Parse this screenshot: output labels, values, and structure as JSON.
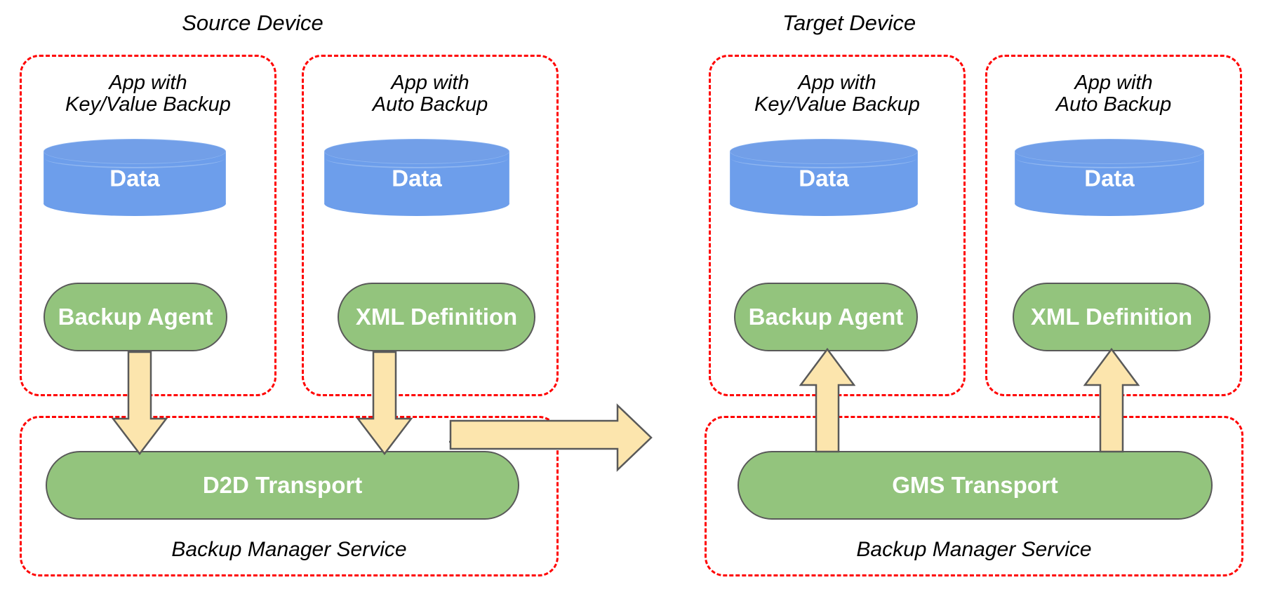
{
  "diagram": {
    "title_source": "Source Device",
    "title_target": "Target Device",
    "colors": {
      "boundary": "#ff0000",
      "pill_fill": "#93c47d",
      "pill_stroke": "#595959",
      "cylinder_fill": "#6d9eeb",
      "arrow_fill": "#fce5ad",
      "arrow_stroke": "#595959",
      "text_on_fill": "#ffffff",
      "text": "#000000",
      "background": "#ffffff"
    },
    "source_device": {
      "label": "Source Device",
      "apps": [
        {
          "label": "App with\nKey/Value Backup",
          "data_label": "Data",
          "component_label": "Backup Agent"
        },
        {
          "label": "App with\nAuto Backup",
          "data_label": "Data",
          "component_label": "XML Definition"
        }
      ],
      "service": {
        "label": "Backup Manager Service",
        "transport_label": "D2D Transport"
      }
    },
    "target_device": {
      "label": "Target Device",
      "apps": [
        {
          "label": "App with\nKey/Value Backup",
          "data_label": "Data",
          "component_label": "Backup Agent"
        },
        {
          "label": "App with\nAuto Backup",
          "data_label": "Data",
          "component_label": "XML Definition"
        }
      ],
      "service": {
        "label": "Backup Manager Service",
        "transport_label": "GMS Transport"
      }
    },
    "arrows": [
      {
        "name": "backup-agent-to-d2d-transport",
        "direction": "down"
      },
      {
        "name": "xml-definition-to-d2d-transport",
        "direction": "down"
      },
      {
        "name": "d2d-transport-to-gms-transport",
        "direction": "right"
      },
      {
        "name": "gms-transport-to-backup-agent",
        "direction": "up"
      },
      {
        "name": "gms-transport-to-xml-definition",
        "direction": "up"
      }
    ]
  }
}
